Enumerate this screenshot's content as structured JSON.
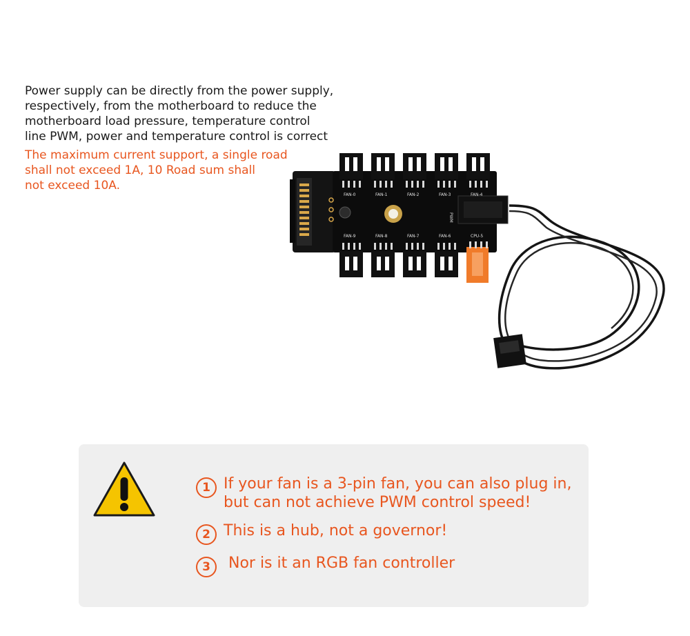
{
  "description": {
    "lines": [
      "Power supply can be directly from the power supply,",
      "respectively, from the motherboard to reduce the",
      "motherboard load pressure, temperature control",
      "line PWM, power and temperature control is correct"
    ]
  },
  "current_warning": {
    "lines": [
      "The maximum current support, a single road",
      "shall not exceed 1A, 10 Road sum shall",
      "not exceed 10A."
    ]
  },
  "board": {
    "top_labels": [
      "FAN-0",
      "FAN-1",
      "FAN-2",
      "FAN-3",
      "FAN-4"
    ],
    "bottom_labels": [
      "FAN-9",
      "FAN-8",
      "FAN-7",
      "FAN-6",
      "CPU-5"
    ],
    "side_label": "PWM"
  },
  "notice": {
    "items": [
      {
        "number": "1",
        "lines": [
          "If your fan is a 3-pin fan, you can also plug in,",
          "but can not achieve PWM control speed!"
        ]
      },
      {
        "number": "2",
        "lines": [
          "This is a hub, not a governor!"
        ]
      },
      {
        "number": "3",
        "lines": [
          " Nor is it an RGB fan controller"
        ]
      }
    ]
  },
  "colors": {
    "accent": "#e8561f",
    "warning_yellow": "#f5c400",
    "board": "#0c0c0c",
    "cpu_connector": "#f07b2a",
    "panel_bg": "#efefef"
  }
}
